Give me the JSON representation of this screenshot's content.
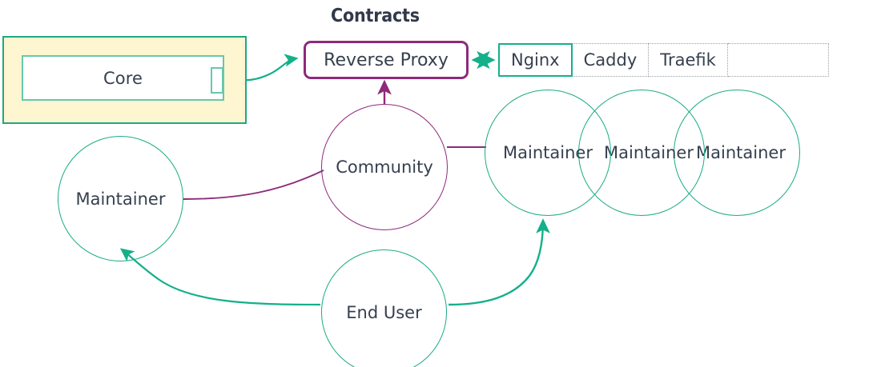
{
  "diagram": {
    "title_label": "Contracts",
    "colors": {
      "teal": "#1aab86",
      "teal_strong": "#14b08a",
      "purple": "#8e2a7a",
      "text": "#36404f",
      "package_fill": "#fdf6d0",
      "package_border": "#1ea885",
      "dotted_border": "#9aa0a6"
    },
    "package": {
      "name": "core-package",
      "inner_label": "Core"
    },
    "reverse_proxy": {
      "label": "Reverse Proxy"
    },
    "options_table": {
      "cells": [
        {
          "label": "Nginx",
          "selected": true
        },
        {
          "label": "Caddy",
          "selected": false
        },
        {
          "label": "Traefik",
          "selected": false
        },
        {
          "label": "",
          "selected": false
        }
      ]
    },
    "actors": [
      {
        "id": "maintainer-left",
        "label": "Maintainer",
        "color": "teal"
      },
      {
        "id": "community",
        "label": "Community",
        "color": "purple"
      },
      {
        "id": "maintainer-1",
        "label": "Maintainer",
        "color": "teal"
      },
      {
        "id": "maintainer-2",
        "label": "Maintainer",
        "color": "teal"
      },
      {
        "id": "maintainer-3",
        "label": "Maintainer",
        "color": "teal"
      },
      {
        "id": "end-user",
        "label": "End User",
        "color": "teal"
      }
    ],
    "edges": [
      {
        "id": "core-to-reverse-proxy",
        "from": "core-package",
        "to": "reverse-proxy",
        "color": "teal",
        "arrow": "end"
      },
      {
        "id": "reverse-proxy-to-nginx",
        "from": "reverse-proxy",
        "to": "nginx",
        "color": "teal",
        "arrow": "both"
      },
      {
        "id": "community-to-reverse-proxy",
        "from": "community",
        "to": "reverse-proxy",
        "color": "purple",
        "arrow": "end"
      },
      {
        "id": "maintainer-left-to-community",
        "from": "maintainer-left",
        "to": "community",
        "color": "purple",
        "arrow": "none"
      },
      {
        "id": "community-to-maintainer-1",
        "from": "community",
        "to": "maintainer-1",
        "color": "purple",
        "arrow": "none"
      },
      {
        "id": "end-user-to-maintainer-left",
        "from": "end-user",
        "to": "maintainer-left",
        "color": "teal",
        "arrow": "end"
      },
      {
        "id": "end-user-to-maintainer-1",
        "from": "end-user",
        "to": "maintainer-1",
        "color": "teal",
        "arrow": "end"
      }
    ]
  }
}
